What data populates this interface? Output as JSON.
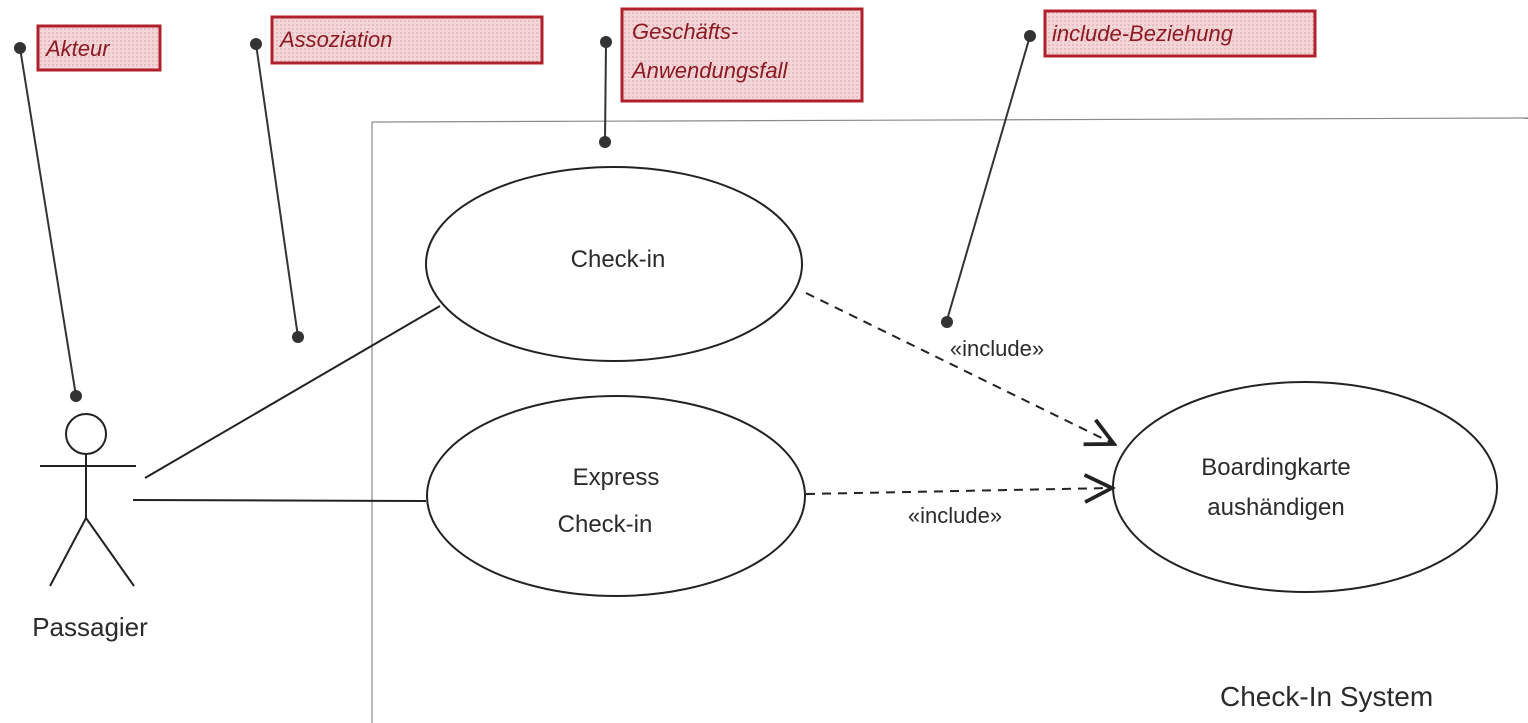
{
  "diagram": {
    "type": "uml-use-case",
    "system_boundary_label": "Check-In System",
    "actor": {
      "name": "Passagier"
    },
    "use_cases": {
      "checkin": {
        "lines": [
          "Check-in"
        ]
      },
      "express": {
        "lines": [
          "Express",
          "Check-in"
        ]
      },
      "boarding": {
        "lines": [
          "Boardingkarte",
          "aushändigen"
        ]
      }
    },
    "relations": {
      "include_top": "«include»",
      "include_bottom": "«include»"
    },
    "callouts": {
      "akteur": "Akteur",
      "assoziation": "Assoziation",
      "geschaeft_line1": "Geschäfts-",
      "geschaeft_line2": "Anwendungsfall",
      "include_beziehung": "include-Beziehung"
    }
  },
  "colors": {
    "callout_border": "#b0202a",
    "callout_fill": "#f3d3d6",
    "callout_text": "#8b1a22",
    "line": "#222222"
  }
}
